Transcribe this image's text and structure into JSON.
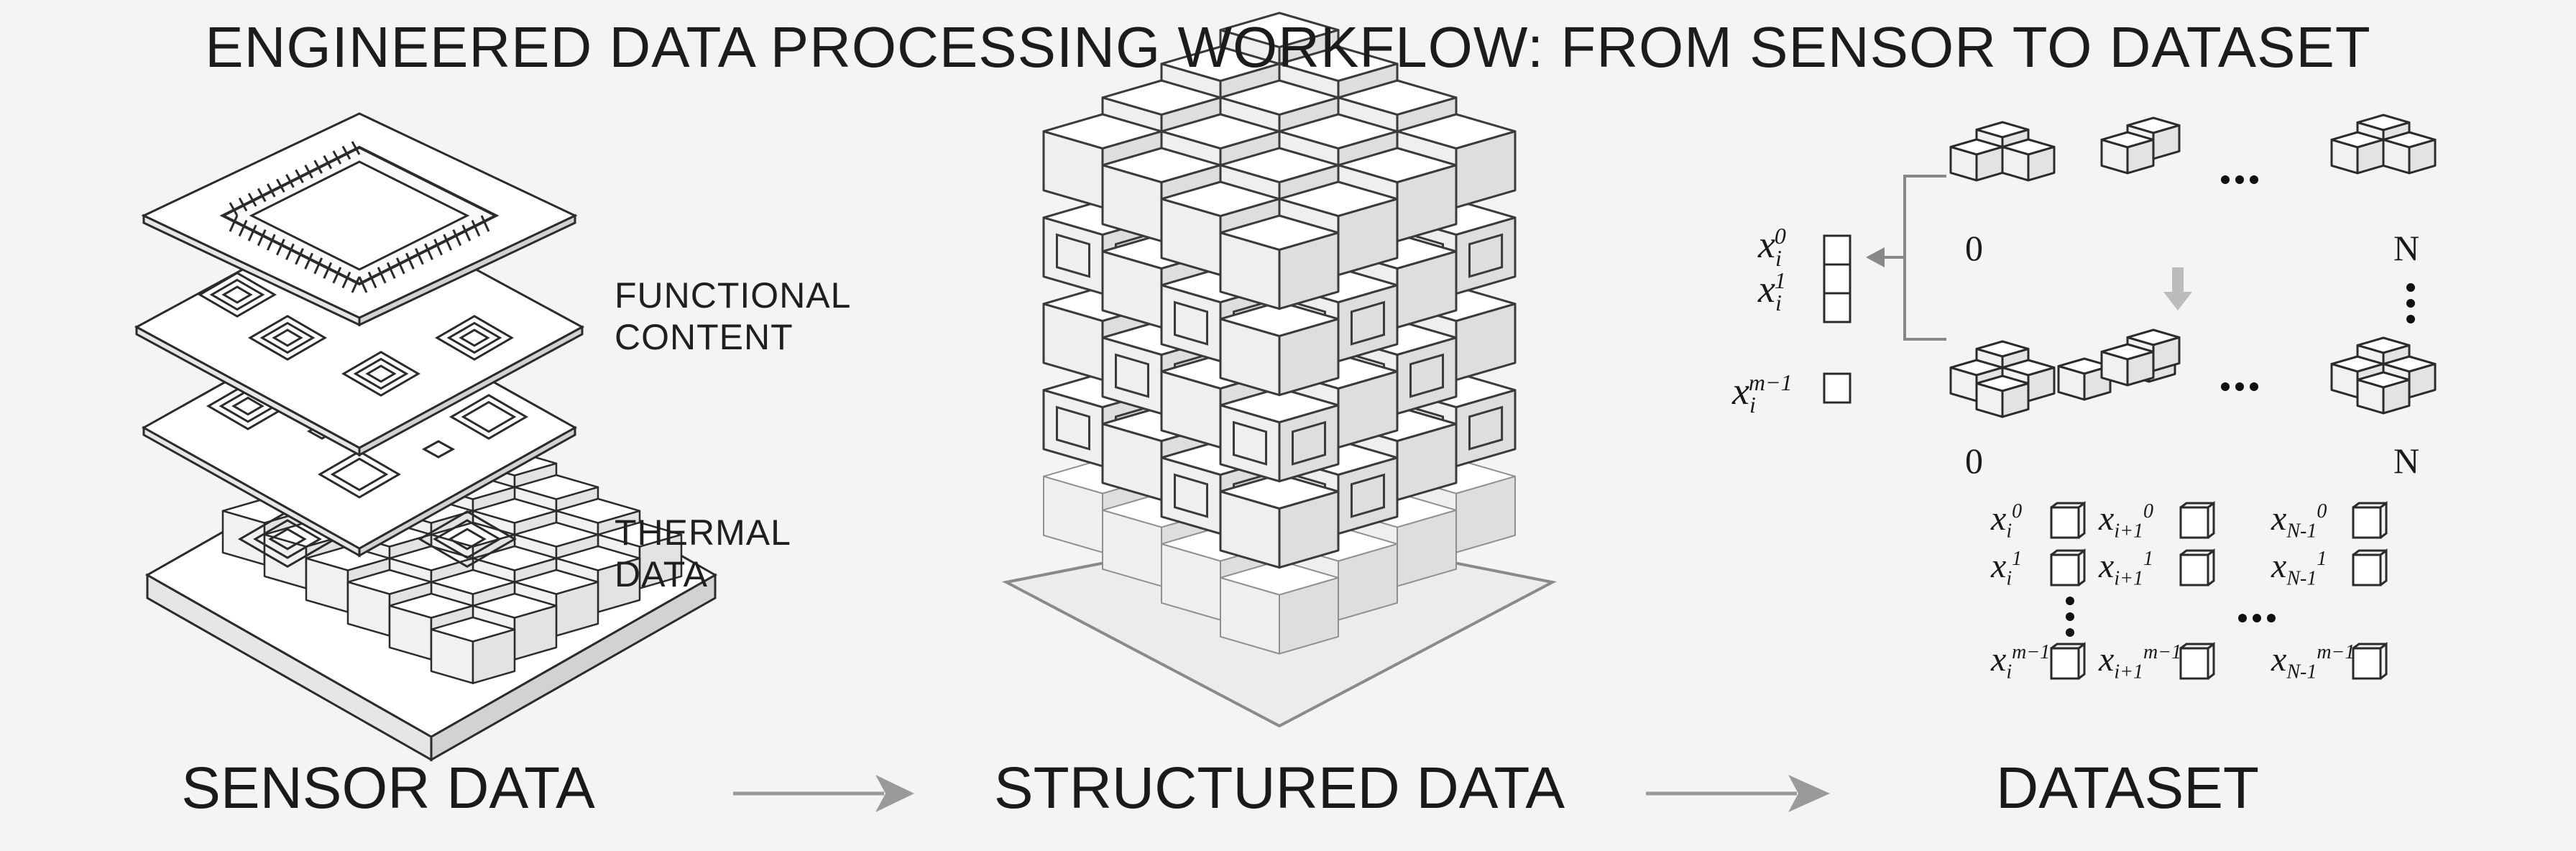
{
  "title": "ENGINEERED DATA PROCESSING WORKFLOW: FROM SENSOR TO DATASET",
  "sensor": {
    "functional_label_1": "FUNCTIONAL",
    "functional_label_2": "CONTENT",
    "thermal_label_1": "THERMAL",
    "thermal_label_2": "DATA"
  },
  "stages": {
    "sensor": "SENSOR DATA",
    "structured": "STRUCTURED DATA",
    "dataset": "DATASET"
  },
  "dataset": {
    "index_first": "0",
    "index_last": "N",
    "feature_x0": "x",
    "feature_x0_sub": "i",
    "feature_x0_sup": "0",
    "feature_x1": "x",
    "feature_x1_sub": "i",
    "feature_x1_sup": "1",
    "feature_xm": "x",
    "feature_xm_sub": "i",
    "feature_xm_sup": "m−1",
    "columns": [
      {
        "base": "x",
        "sub": "i",
        "sups": [
          "0",
          "1",
          "m−1"
        ]
      },
      {
        "base": "x",
        "sub": "i+1",
        "sups": [
          "0",
          "1",
          "m−1"
        ]
      },
      {
        "base": "x",
        "sub": "N-1",
        "sups": [
          "0",
          "1",
          "m−1"
        ]
      }
    ]
  }
}
